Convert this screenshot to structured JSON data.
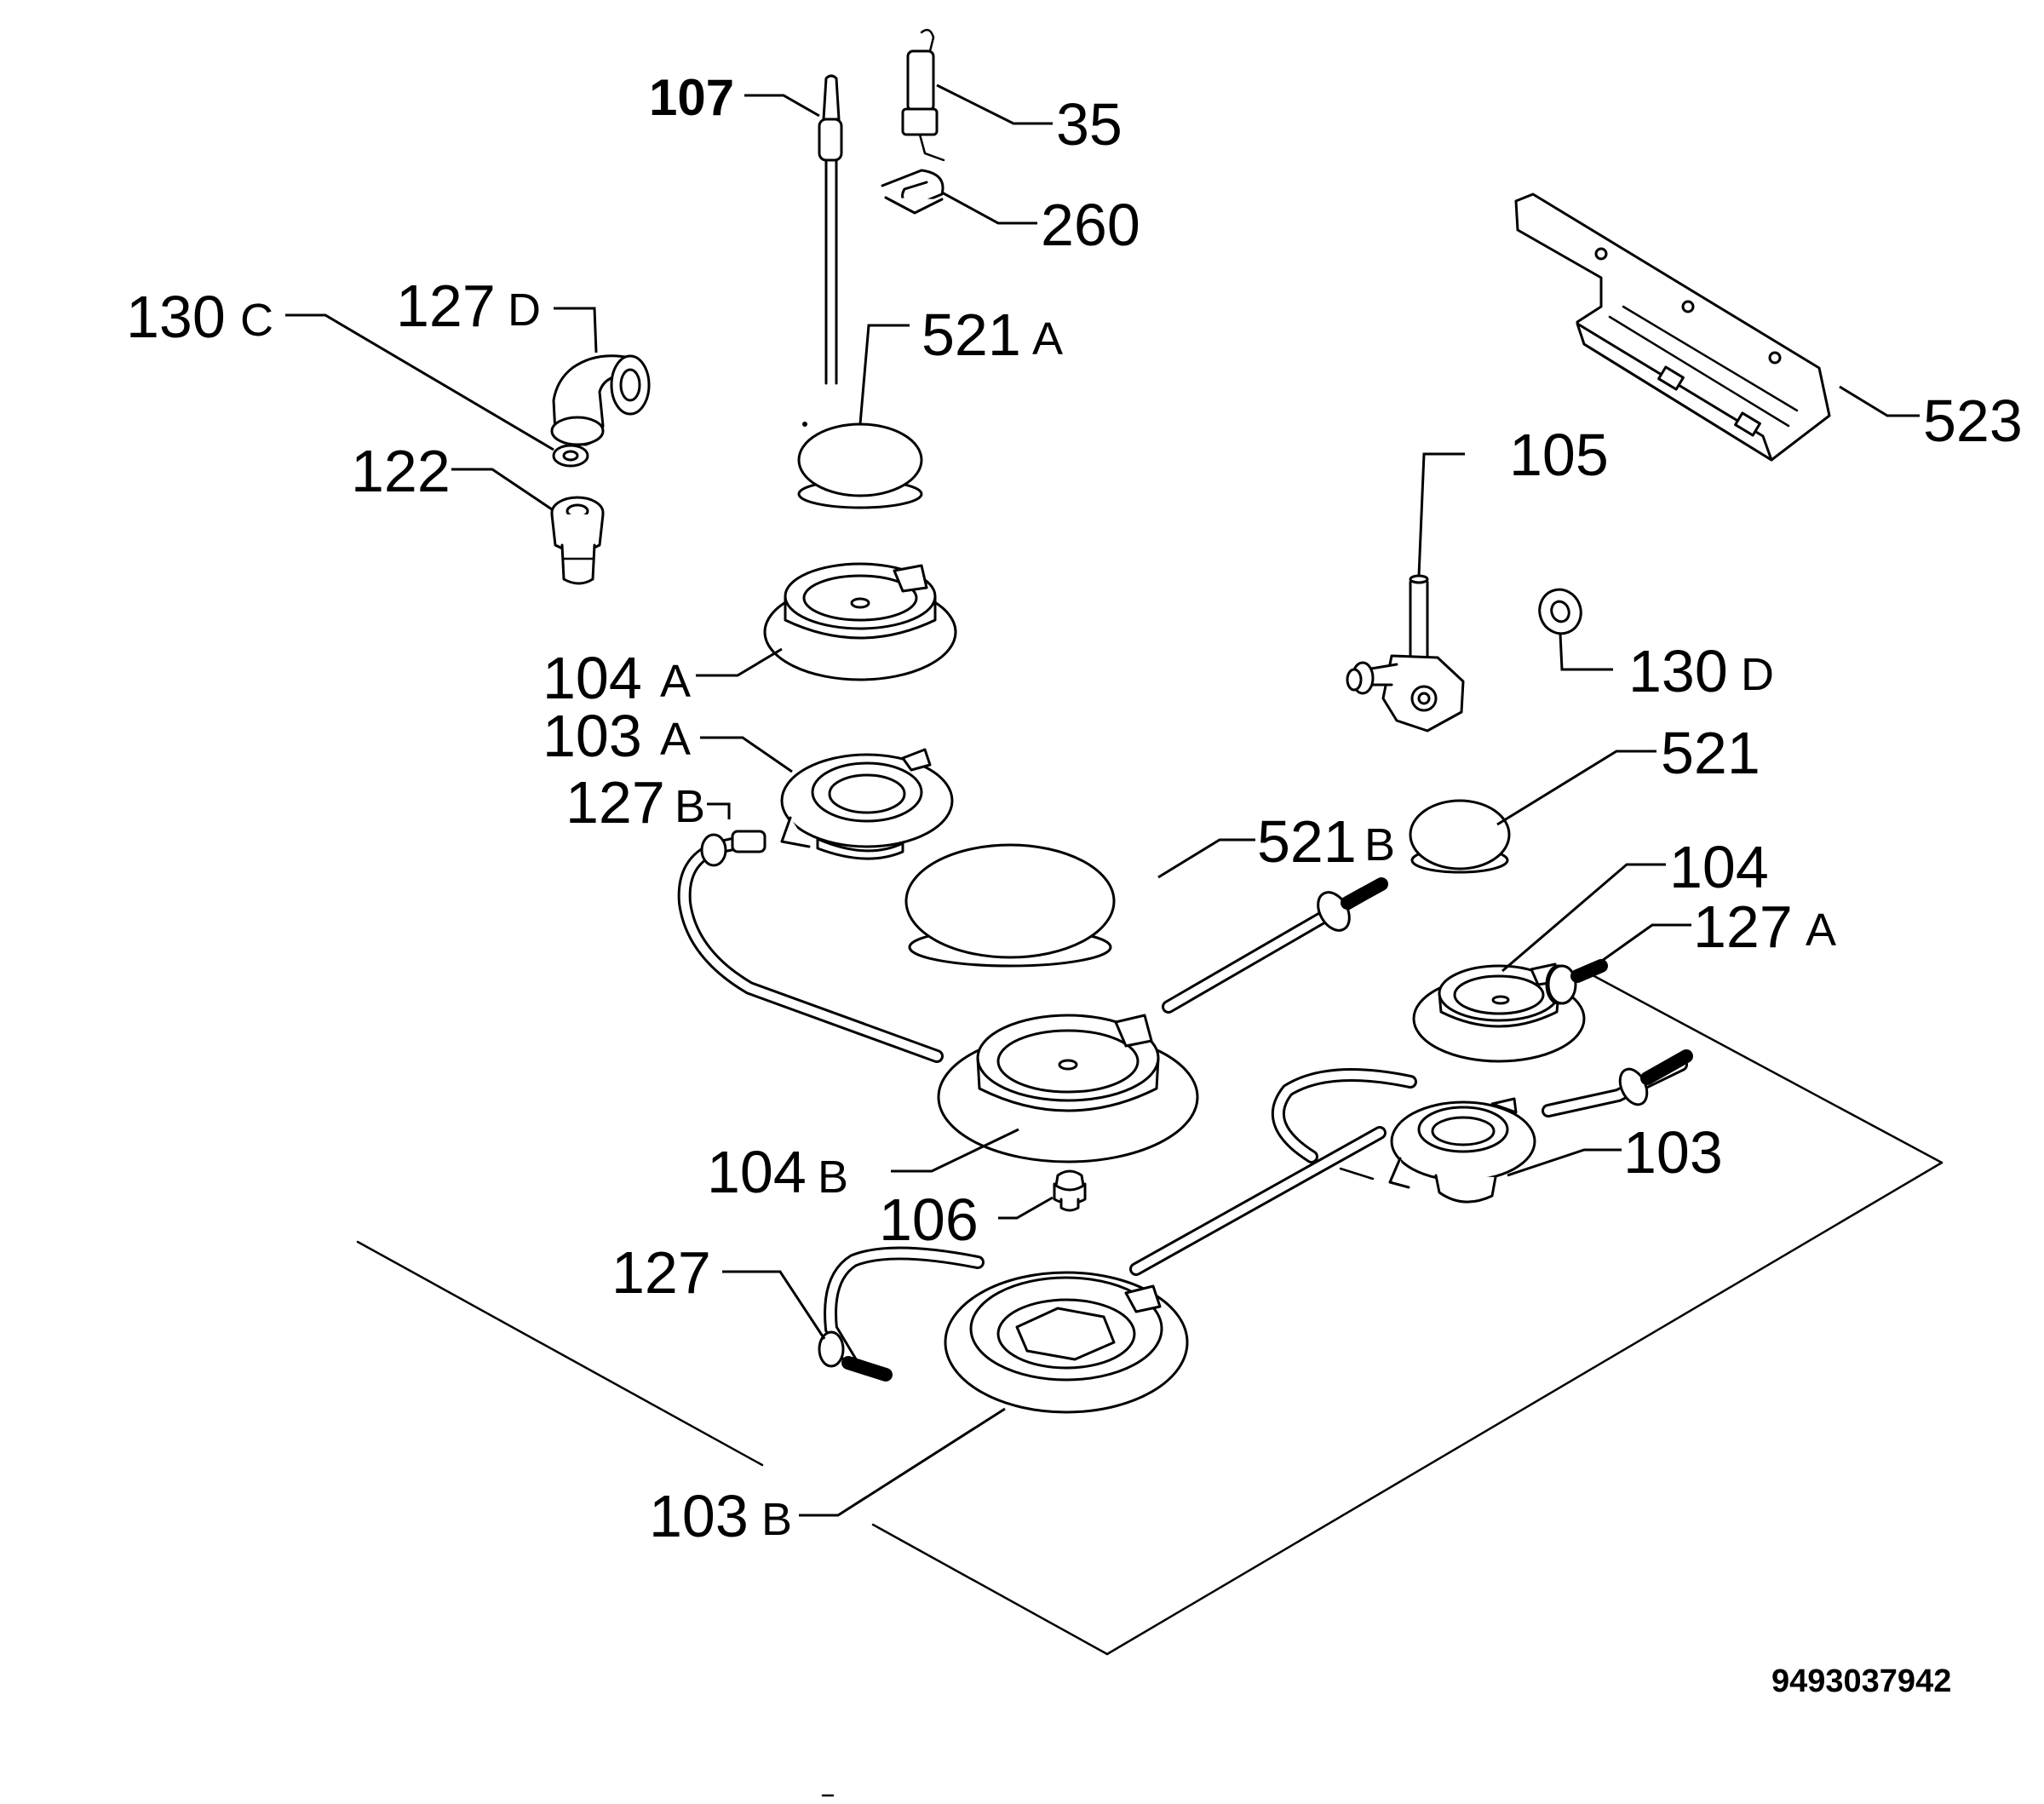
{
  "labels": {
    "l107": "107",
    "l35": "35",
    "l260": "260",
    "l130c_num": "130",
    "l130c_sfx": "C",
    "l127d_num": "127",
    "l127d_sfx": "D",
    "l521a_num": "521",
    "l521a_sfx": "A",
    "l523": "523",
    "l122": "122",
    "l105": "105",
    "l130d_num": "130",
    "l130d_sfx": "D",
    "l104a_num": "104",
    "l104a_sfx": "A",
    "l103a_num": "103",
    "l103a_sfx": "A",
    "l127b_num": "127",
    "l127b_sfx": "B",
    "l521": "521",
    "l521b_num": "521",
    "l521b_sfx": "B",
    "l104": "104",
    "l127a_num": "127",
    "l127a_sfx": "A",
    "l103": "103",
    "l104b_num": "104",
    "l104b_sfx": "B",
    "l106": "106",
    "l127": "127",
    "l103b_num": "103",
    "l103b_sfx": "B"
  },
  "document_id": "9493037942"
}
